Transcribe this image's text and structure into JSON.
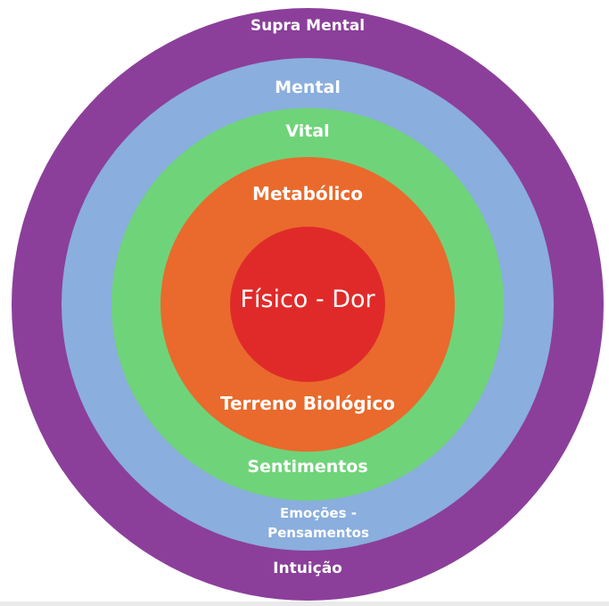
{
  "diagram": {
    "colors": {
      "supra_mental": "#8b3f9a",
      "mental": "#8aaedd",
      "vital": "#6fd37a",
      "metabolico": "#e96a2c",
      "fisico": "#e02a2a",
      "text": "#ffffff"
    },
    "layers": [
      {
        "label": "Supra Mental"
      },
      {
        "label": "Mental"
      },
      {
        "label": "Vital"
      },
      {
        "label": "Metabólico"
      },
      {
        "label": "Físico - Dor"
      }
    ],
    "lower_labels": {
      "terreno": "Terreno Biológico",
      "sentimentos": "Sentimentos",
      "emocoes_line1": "Emoções -",
      "emocoes_line2": "Pensamentos",
      "intuicao": "Intuição"
    }
  }
}
